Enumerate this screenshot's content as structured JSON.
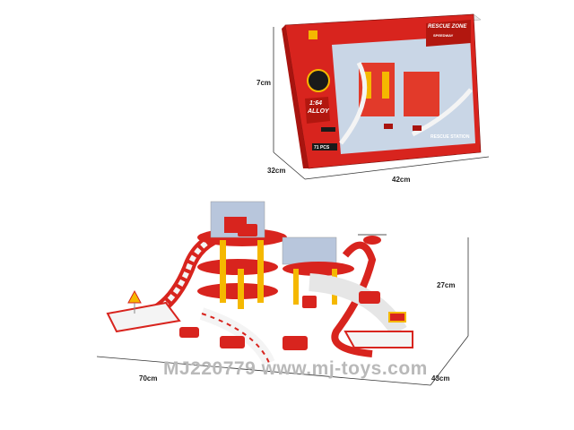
{
  "box": {
    "brand": "RESCUE ZONE",
    "brand_sub": "SPEEDWAY",
    "scale": "1:64",
    "material": "ALLOY",
    "pieces": "71 PCS",
    "subtitle": "RESCUE STATION",
    "height_label": "7cm",
    "depth_label": "32cm",
    "width_label": "42cm"
  },
  "playset": {
    "height_label": "27cm",
    "width_label": "70cm",
    "depth_label": "43cm"
  },
  "watermark": "MJ220779 www.mj-toys.com",
  "colors": {
    "box_red": "#d8241e",
    "dark_red": "#a8140f",
    "yellow": "#f5b800",
    "track_white": "#f4f4f4",
    "watermark": "#b9b9b9"
  }
}
